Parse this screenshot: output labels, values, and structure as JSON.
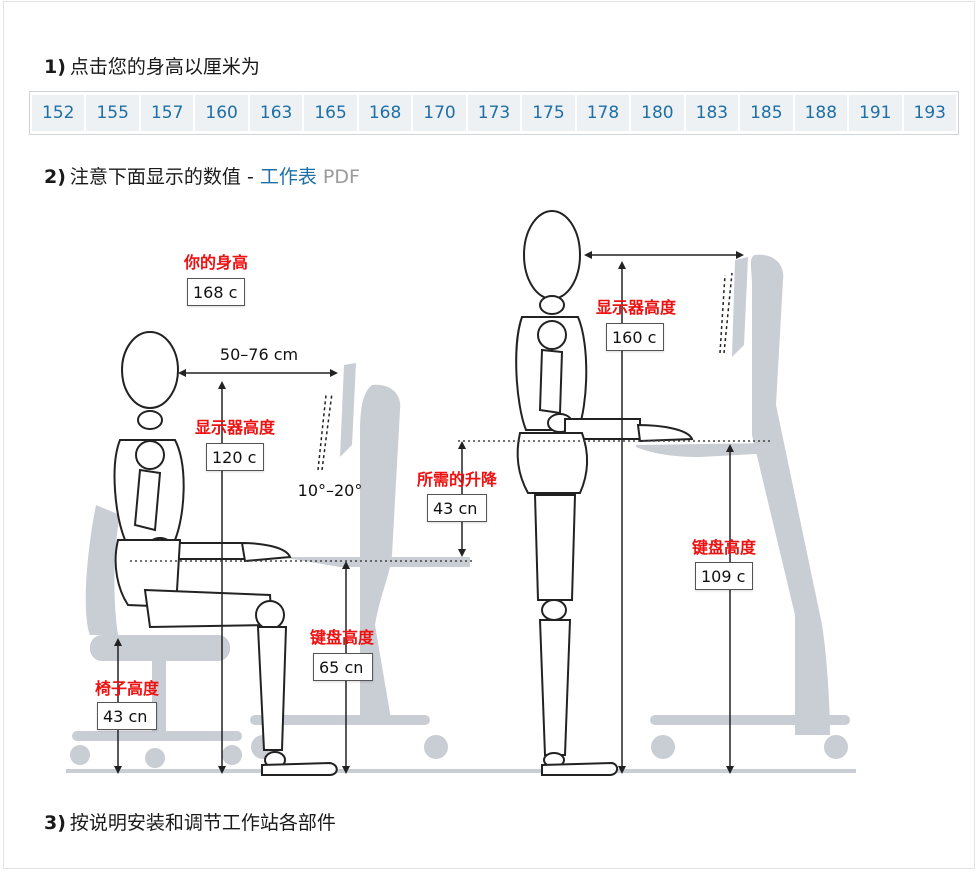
{
  "step1": {
    "number": "1)",
    "text": "点击您的身高以厘米为"
  },
  "heights": [
    "152",
    "155",
    "157",
    "160",
    "163",
    "165",
    "168",
    "170",
    "173",
    "175",
    "178",
    "180",
    "183",
    "185",
    "188",
    "191",
    "193"
  ],
  "step2": {
    "number": "2)",
    "text": "注意下面显示的数值 - ",
    "link": "工作表",
    "pdf": "PDF"
  },
  "step3": {
    "number": "3)",
    "text": "按说明安装和调节工作站各部件"
  },
  "diagram": {
    "your_height_label": "你的身高",
    "your_height_value": "168 c",
    "sit_distance": "50–76 cm",
    "sit_monitor_label": "显示器高度",
    "sit_monitor_value": "120 c",
    "tilt": "10°–20°",
    "chair_label": "椅子高度",
    "chair_value": "43 cn",
    "sit_keyboard_label": "键盘高度",
    "sit_keyboard_value": "65 cn",
    "lift_label": "所需的升降",
    "lift_value": "43 cn",
    "stand_monitor_label": "显示器高度",
    "stand_monitor_value": "160 c",
    "stand_keyboard_label": "键盘高度",
    "stand_keyboard_value": "109 c"
  },
  "colors": {
    "link": "#1d6fa5",
    "label_red": "#ee1111",
    "furniture": "#c9cdd4",
    "button_bg": "#eef1f4"
  }
}
